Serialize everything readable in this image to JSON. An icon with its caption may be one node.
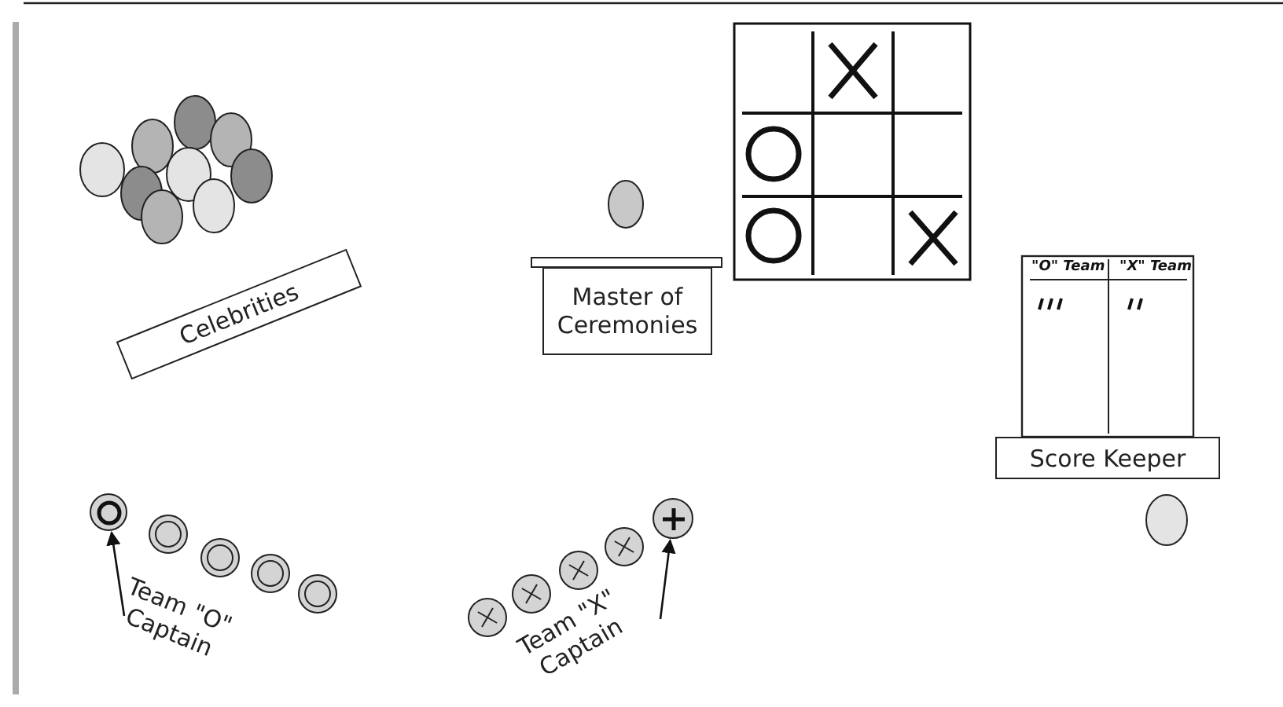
{
  "diagram": {
    "nodes": [
      {
        "text": [
          "Celebrities"
        ]
      },
      {
        "text": [
          "Master of Ceremonies"
        ]
      },
      {
        "text": [
          "Score Keeper"
        ]
      },
      {
        "text": [
          "Team \"O\" Captain"
        ]
      },
      {
        "text": [],
        "shape": "circle"
      },
      {
        "text": [
          "Team \"X\" Captain"
        ]
      },
      {
        "text": [],
        "shape": "circle"
      }
    ],
    "edges": [
      {
        "from": 3,
        "to": 4,
        "arrow": "to"
      },
      {
        "from": 5,
        "to": 6,
        "arrow": "to"
      }
    ],
    "labels": [
      "\"O\" Team",
      "\"X\" Team"
    ]
  }
}
